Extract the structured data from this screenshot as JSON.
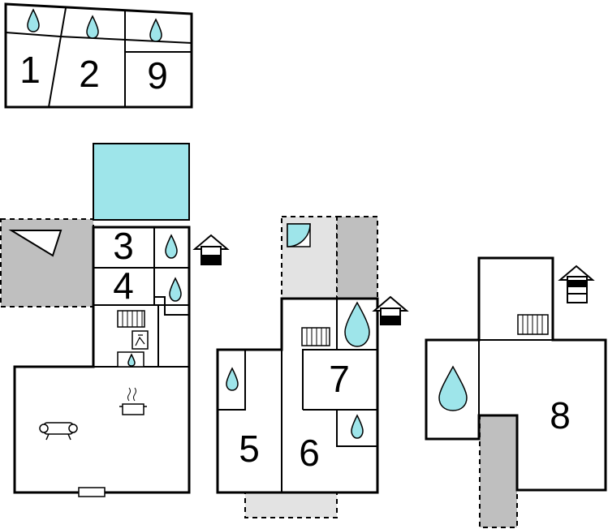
{
  "plan": {
    "room_numbers": {
      "r1": "1",
      "r2": "2",
      "r9": "9",
      "r3": "3",
      "r4": "4",
      "r5": "5",
      "r6": "6",
      "r7": "7",
      "r8": "8"
    },
    "colors": {
      "water": "#9ee5ea",
      "terrace_dark": "#bfbfbf",
      "terrace_light": "#e3e3e3",
      "wall": "#000000"
    },
    "icons": [
      "water-drop-icon",
      "house-icon",
      "pool",
      "radiator-icon",
      "stove-icon",
      "sofa-icon",
      "sauna-icon",
      "shower-corner-icon",
      "window"
    ]
  }
}
